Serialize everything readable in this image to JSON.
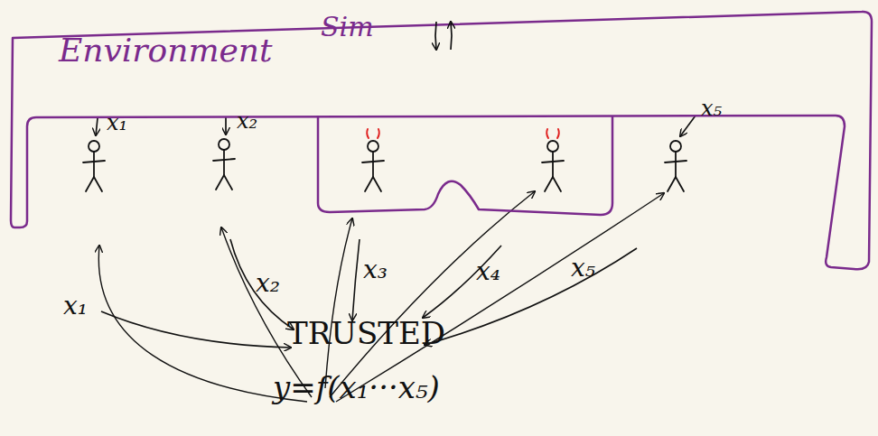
{
  "diagram": {
    "nodes": [
      {
        "text": [
          "Environment"
        ]
      },
      {
        "text": [
          "Sim"
        ]
      }
    ],
    "edges": [
      {
        "from": 0,
        "to": 1,
        "arrow": "to"
      },
      {
        "from": 1,
        "to": 0,
        "arrow": "to"
      }
    ],
    "labels": [
      "x₁",
      "x₂",
      "x₅",
      "x₁",
      "x₂",
      "x₃",
      "x₄",
      "x₅",
      "TRUSTED",
      "y=f(x₁···x₅)"
    ]
  }
}
